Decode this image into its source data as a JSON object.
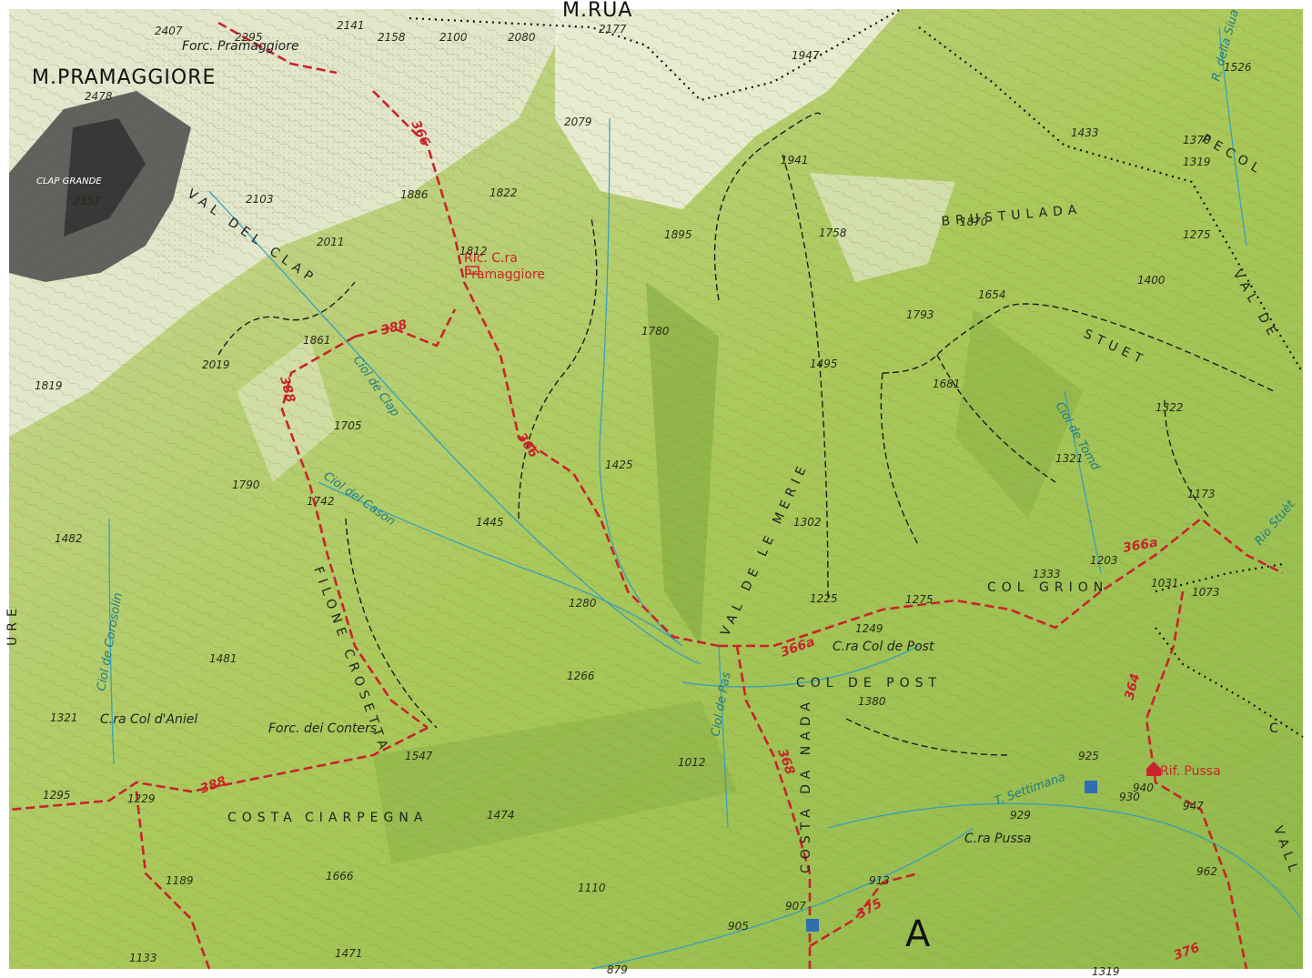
{
  "colors": {
    "land_green": "#b9d36a",
    "land_light": "#e9ecd2",
    "rock": "#3a3a3a",
    "trail": "#c8242c",
    "stream": "#2e9cc4",
    "contour": "#9a7a3a"
  },
  "peaks": [
    {
      "name": "M.PRAMAGGIORE",
      "elev": "2478"
    },
    {
      "name": "M.RUA",
      "elev": "2177"
    }
  ],
  "regions": [
    {
      "label": "VAL DEL CLAP"
    },
    {
      "label": "BRUSTULADA"
    },
    {
      "label": "STUET"
    },
    {
      "label": "PECOL"
    },
    {
      "label": "VAL DE"
    },
    {
      "label": "VAL DE LE MERIE"
    },
    {
      "label": "FILONE CROSETTA"
    },
    {
      "label": "COSTA DA NADA"
    },
    {
      "label": "COSTA"
    },
    {
      "label": "CIARPEGNA"
    },
    {
      "label": "COL GRION"
    },
    {
      "label": "COL DE POST"
    },
    {
      "label": "URE"
    },
    {
      "label": "VALL"
    },
    {
      "label": "C"
    }
  ],
  "places": [
    {
      "label": "Forc. Pramaggiore"
    },
    {
      "label": "CLAP GRANDE"
    },
    {
      "label": "Ric. C.ra"
    },
    {
      "label": "Pramaggiore"
    },
    {
      "label": "C.ra Col de Post"
    },
    {
      "label": "C.ra Col d'Aniel"
    },
    {
      "label": "Forc. dei Conters"
    },
    {
      "label": "C.ra Pussa"
    },
    {
      "label": "Rif. Pussa"
    },
    {
      "label": "A"
    }
  ],
  "streams": [
    {
      "label": "Ciol de Clap"
    },
    {
      "label": "Ciol del Cason"
    },
    {
      "label": "Ciol de Corosolin"
    },
    {
      "label": "Ciol de Pas"
    },
    {
      "label": "Ciol de Tomd"
    },
    {
      "label": "Rio Stuèt"
    },
    {
      "label": "R. della Siua"
    },
    {
      "label": "T. Settimana"
    }
  ],
  "trails": [
    {
      "number": "366"
    },
    {
      "number": "366"
    },
    {
      "number": "388"
    },
    {
      "number": "388"
    },
    {
      "number": "388"
    },
    {
      "number": "366a"
    },
    {
      "number": "366a"
    },
    {
      "number": "368"
    },
    {
      "number": "375"
    },
    {
      "number": "376"
    },
    {
      "number": "364"
    }
  ],
  "elevations": [
    "2407",
    "2295",
    "2141",
    "2158",
    "2100",
    "2080",
    "1947",
    "2079",
    "1941",
    "1526",
    "1433",
    "1370",
    "1319",
    "2357",
    "2103",
    "1886",
    "1822",
    "1812",
    "1895",
    "1758",
    "1870",
    "1275",
    "2011",
    "1861",
    "1780",
    "1400",
    "1654",
    "1793",
    "2019",
    "1819",
    "1495",
    "1681",
    "1322",
    "1705",
    "1425",
    "1321",
    "1790",
    "1742",
    "1445",
    "1302",
    "1173",
    "1482",
    "1333",
    "1203",
    "1031",
    "1073",
    "1280",
    "1225",
    "1275",
    "1249",
    "1481",
    "1266",
    "1380",
    "1321",
    "1547",
    "1012",
    "925",
    "940",
    "1295",
    "1229",
    "1474",
    "929",
    "930",
    "947",
    "1189",
    "1666",
    "1110",
    "913",
    "962",
    "907",
    "905",
    "1133",
    "1471",
    "879",
    "1319"
  ]
}
